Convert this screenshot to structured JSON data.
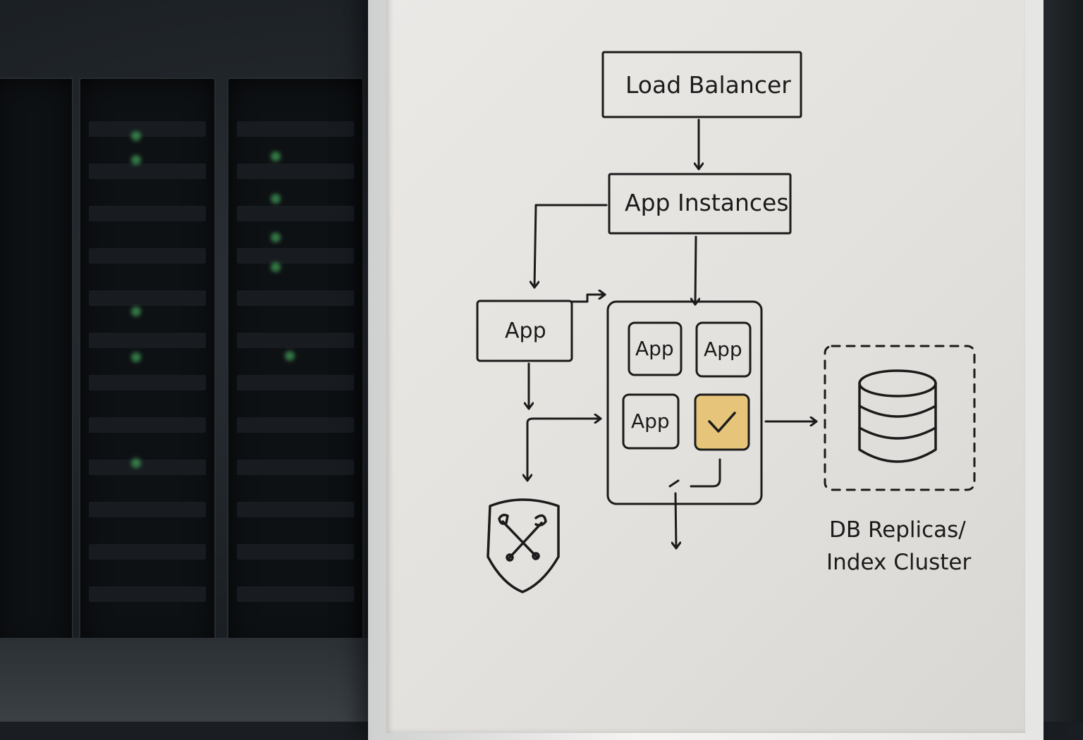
{
  "diagram": {
    "load_balancer": "Load Balancer",
    "app_instances": "App Instances",
    "app_single": "App",
    "cluster_apps": [
      "App",
      "App",
      "App"
    ],
    "db_caption_line1": "DB Replicas/",
    "db_caption_line2": "Index Cluster"
  },
  "colors": {
    "ink": "#1b1b1b",
    "highlight": "#e6c57a",
    "board": "#e6e4e0"
  },
  "icons": {
    "healthy_instance": "checkmark-icon",
    "database": "database-icon",
    "maintenance": "shield-tools-icon"
  }
}
